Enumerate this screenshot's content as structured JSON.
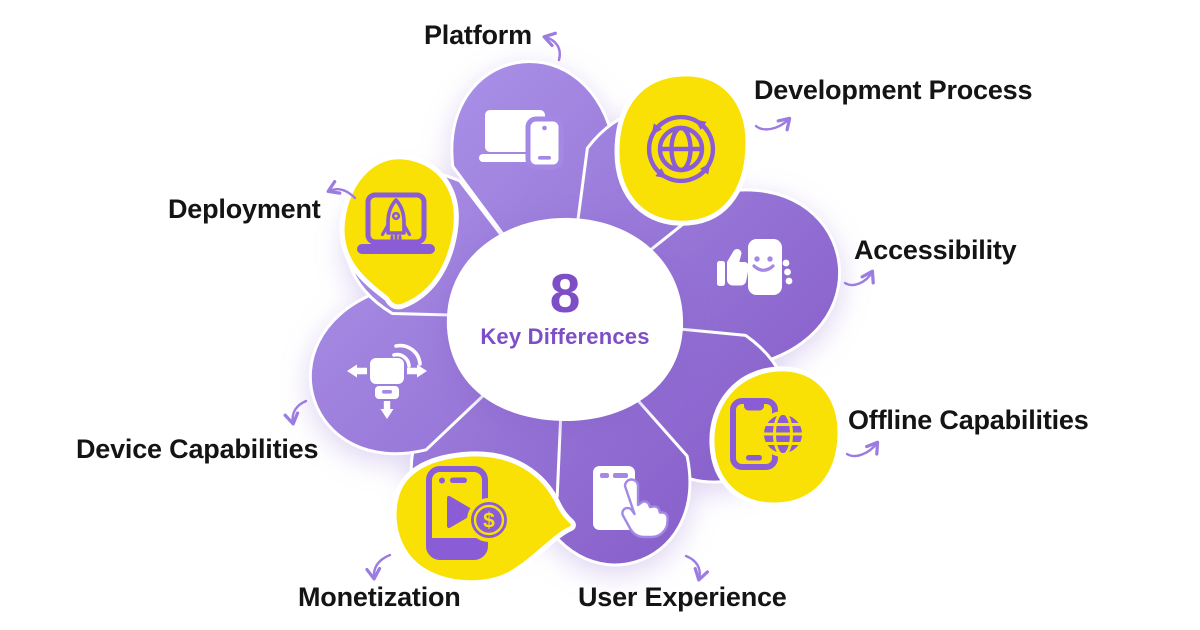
{
  "center": {
    "number": "8",
    "label": "Key Differences"
  },
  "segments": [
    {
      "label": "Platform",
      "icon": "laptop-and-phone-icon",
      "shape": "purple-petal"
    },
    {
      "label": "Development Process",
      "icon": "globe-cycle-arrows-icon",
      "shape": "yellow-blob"
    },
    {
      "label": "Accessibility",
      "icon": "phone-smiley-thumbs-up-icon",
      "shape": "purple-petal"
    },
    {
      "label": "Offline Capabilities",
      "icon": "phone-globe-icon",
      "shape": "yellow-blob"
    },
    {
      "label": "User Experience",
      "icon": "finger-tap-screen-icon",
      "shape": "purple-petal"
    },
    {
      "label": "Monetization",
      "icon": "phone-play-dollar-coin-icon",
      "shape": "yellow-blob"
    },
    {
      "label": "Device Capabilities",
      "icon": "device-motion-wifi-icon",
      "shape": "purple-petal"
    },
    {
      "label": "Deployment",
      "icon": "laptop-rocket-launch-icon",
      "shape": "yellow-blob"
    }
  ],
  "icons": {
    "dollar_sign": "$"
  },
  "colors": {
    "petal_light": "#b4a0f0",
    "petal_dark": "#7c4fc0",
    "yellow": "#F9E106",
    "icon_purple": "#8A5CD6",
    "icon_detail": "#a388e5",
    "accent_text": "#7e4ec7",
    "arrow": "#9b7ce0",
    "label_text": "#141414",
    "bg": "#ffffff"
  }
}
